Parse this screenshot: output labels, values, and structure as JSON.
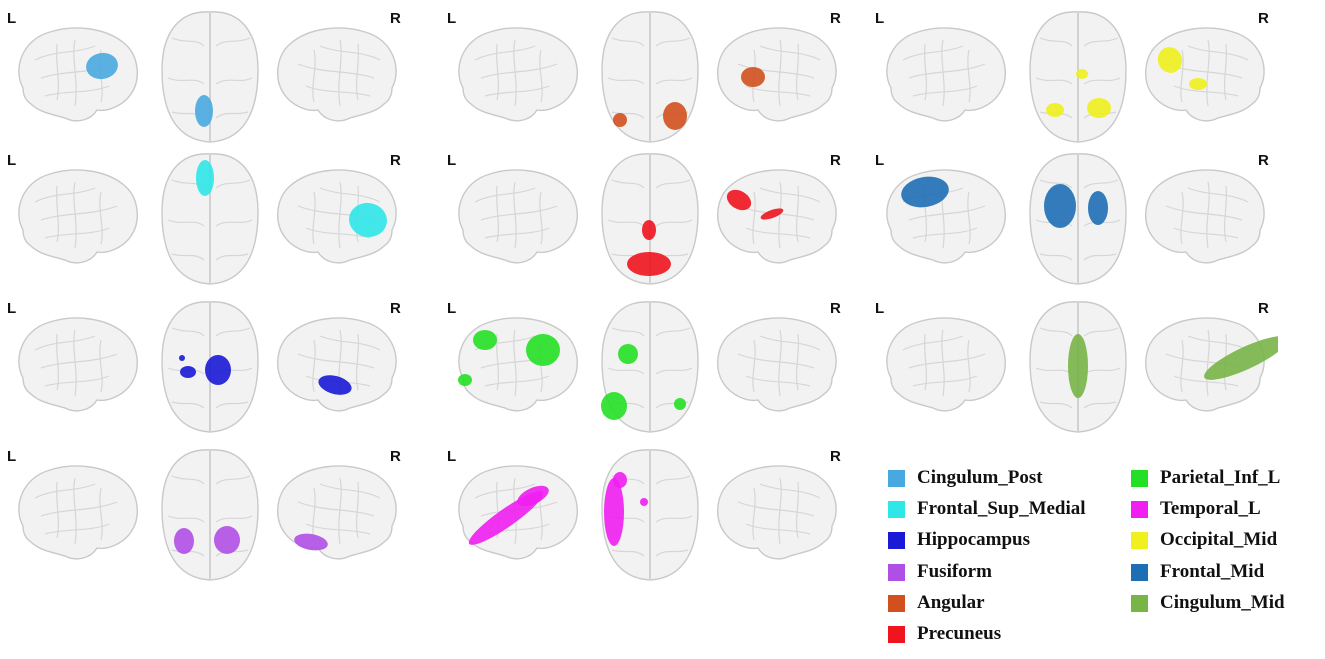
{
  "side_labels": {
    "left": "L",
    "right": "R"
  },
  "regions": [
    {
      "name": "Cingulum_Post",
      "color": "#4aa8e0"
    },
    {
      "name": "Frontal_Sup_Medial",
      "color": "#2fe6e8"
    },
    {
      "name": "Hippocampus",
      "color": "#1a1ad6"
    },
    {
      "name": "Fusiform",
      "color": "#b04fe6"
    },
    {
      "name": "Angular",
      "color": "#d2501e"
    },
    {
      "name": "Precuneus",
      "color": "#f0141e"
    },
    {
      "name": "Parietal_Inf_L",
      "color": "#24e024"
    },
    {
      "name": "Temporal_L",
      "color": "#f01ef0"
    },
    {
      "name": "Occipital_Mid",
      "color": "#f0f01e"
    },
    {
      "name": "Frontal_Mid",
      "color": "#1e6eb4"
    },
    {
      "name": "Cingulum_Mid",
      "color": "#78b446"
    }
  ]
}
